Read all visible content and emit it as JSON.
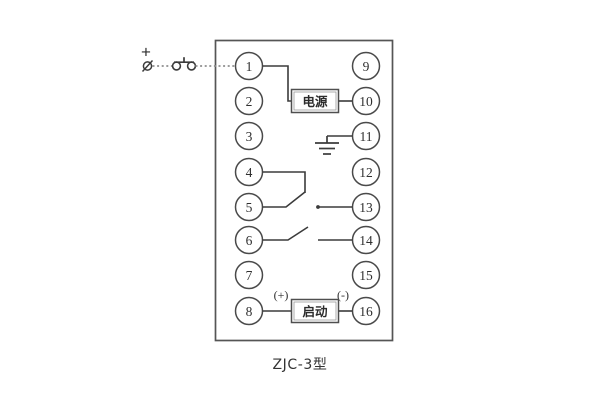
{
  "caption": {
    "text": "ZJC-3型"
  },
  "enclosure": {
    "name": "relay-terminal-enclosure"
  },
  "terminals": {
    "left_column": [
      {
        "number": "1"
      },
      {
        "number": "2"
      },
      {
        "number": "3"
      },
      {
        "number": "4"
      },
      {
        "number": "5"
      },
      {
        "number": "6"
      },
      {
        "number": "7"
      },
      {
        "number": "8"
      }
    ],
    "right_column": [
      {
        "number": "9"
      },
      {
        "number": "10"
      },
      {
        "number": "11"
      },
      {
        "number": "12"
      },
      {
        "number": "13"
      },
      {
        "number": "14"
      },
      {
        "number": "15"
      },
      {
        "number": "16"
      }
    ]
  },
  "components": {
    "power_supply": {
      "label": "电源",
      "connects_from": "1",
      "connects_to": "10"
    },
    "start_button": {
      "label": "启动",
      "connects_from": "8",
      "connects_to": "16",
      "polarity_left": "(+)",
      "polarity_right": "(-)"
    },
    "ground": {
      "connects_to": "11",
      "symbol": "earth-ground"
    },
    "changeover_contact": {
      "common": "4",
      "normally_closed": "5",
      "normally_open": "13"
    },
    "normally_open_contact": {
      "from": "6",
      "to": "14"
    },
    "external_supply": {
      "polarity": "+",
      "terminal_symbol": "slashed-circle-terminal",
      "switch_symbol": "push-button-switch",
      "feeds_terminal": "1"
    }
  },
  "colors": {
    "background": "#ffffff",
    "wire": "#3b3b3b",
    "enclosure": "#555555",
    "terminal_stroke": "#4a4a4a",
    "text": "#2f2f2f",
    "dotted_wire": "#8f8f8f"
  }
}
